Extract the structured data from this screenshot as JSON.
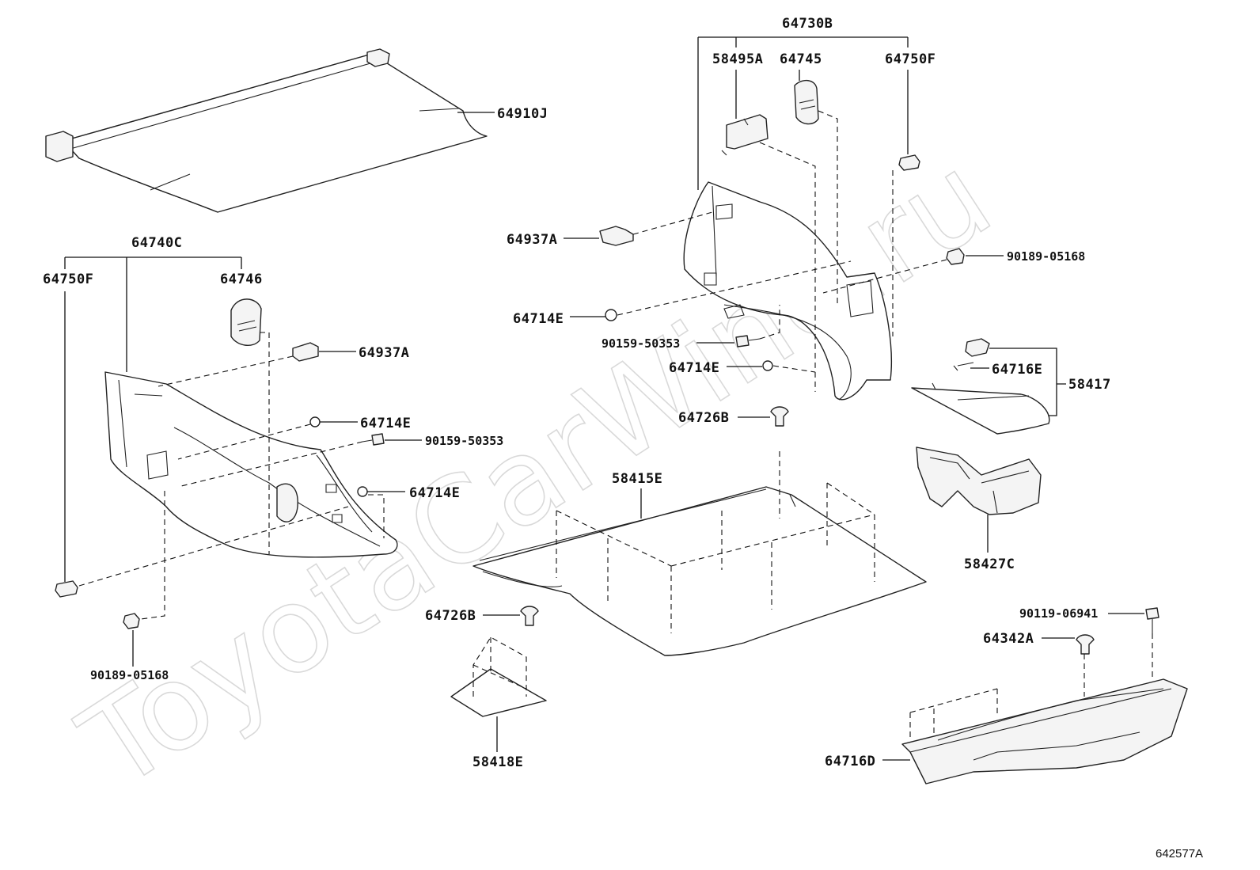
{
  "watermark": "ToyotaCarWine.ru",
  "diagram_code": "642577A",
  "labels": {
    "p64910J": "64910J",
    "p64740C": "64740C",
    "p64750F_left": "64750F",
    "p64746": "64746",
    "p64937A_left": "64937A",
    "p64714E_left1": "64714E",
    "p90159_left": "90159-50353",
    "p64714E_left2": "64714E",
    "p90189_left": "90189-05168",
    "p64730B": "64730B",
    "p58495A": "58495A",
    "p64745": "64745",
    "p64750F_right": "64750F",
    "p64937A_right": "64937A",
    "p90189_right": "90189-05168",
    "p64714E_right1": "64714E",
    "p90159_right": "90159-50353",
    "p64714E_right2": "64714E",
    "p64716E": "64716E",
    "p58417": "58417",
    "p64726B_top": "64726B",
    "p58415E": "58415E",
    "p58427C": "58427C",
    "p64726B_bottom": "64726B",
    "p58418E": "58418E",
    "p90119": "90119-06941",
    "p64342A": "64342A",
    "p64716D": "64716D"
  }
}
